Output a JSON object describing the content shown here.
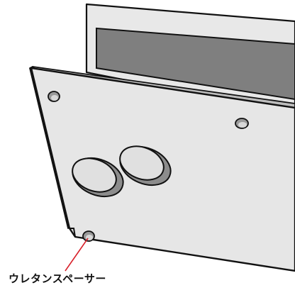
{
  "callout": {
    "label": "ウレタンスペーサー",
    "leader_color": "#d8202a"
  },
  "colors": {
    "outline": "#111111",
    "panel_face": "#e6e6e6",
    "panel_edge": "#bdbdbd",
    "back_frame": "#e8e8e8",
    "back_screen": "#7f7f7f",
    "spacer_face": "#e0e0e0",
    "spacer_shadow": "#8c8c8c",
    "hole": "#9a9a9a"
  },
  "parts": [
    "back-frame",
    "screen-area",
    "mounting-panel",
    "urethane-spacer-pad",
    "screw-hole"
  ]
}
